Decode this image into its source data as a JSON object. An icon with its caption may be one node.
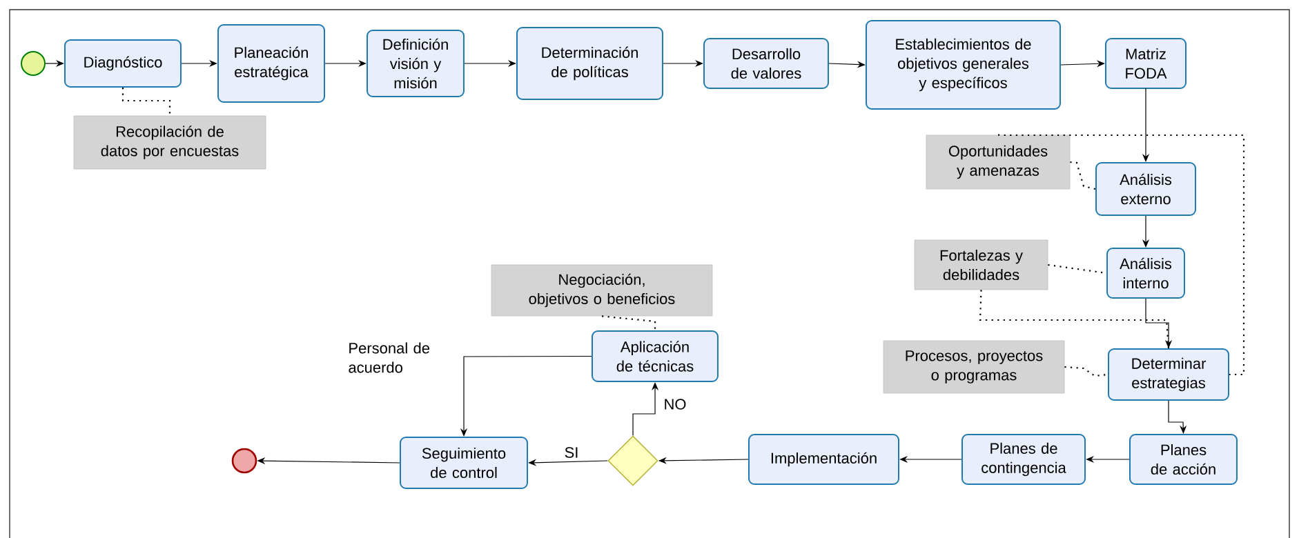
{
  "diagram": {
    "nodes": [
      {
        "text": [],
        "shape": "circle"
      },
      {
        "text": [
          "Diagnóstico"
        ]
      },
      {
        "text": [
          "Planeación estratégica"
        ]
      },
      {
        "text": [
          "Definición visión y misión"
        ]
      },
      {
        "text": [
          "Determinación de políticas"
        ]
      },
      {
        "text": [
          "Desarrollo de valores"
        ]
      },
      {
        "text": [
          "Establecimientos de objetivos generales y específicos"
        ]
      },
      {
        "text": [
          "Matriz FODA"
        ]
      },
      {
        "text": [
          "Recopilación de datos por encuestas"
        ]
      },
      {
        "text": [
          "Oportunidades y amenazas"
        ]
      },
      {
        "text": [
          "Análisis externo"
        ]
      },
      {
        "text": [
          "Fortalezas y debilidades"
        ]
      },
      {
        "text": [
          "Análisis interno"
        ]
      },
      {
        "text": [
          "Procesos, proyectos o programas"
        ]
      },
      {
        "text": [
          "Determinar estrategias"
        ]
      },
      {
        "text": [
          "Planes de acción"
        ]
      },
      {
        "text": [
          "Planes de contingencia"
        ]
      },
      {
        "text": [
          "Implementación"
        ]
      },
      {
        "text": [],
        "shape": "diamond"
      },
      {
        "text": [
          "Aplicación de técnicas"
        ]
      },
      {
        "text": [
          "Negociación, objetivos o beneficios"
        ]
      },
      {
        "text": [
          "Seguimiento de control"
        ]
      },
      {
        "text": [],
        "shape": "circle"
      }
    ],
    "edges": [
      {
        "from": 0,
        "to": 1,
        "arrow": "to"
      },
      {
        "from": 1,
        "to": 2,
        "arrow": "to"
      },
      {
        "from": 2,
        "to": 3,
        "arrow": "to"
      },
      {
        "from": 3,
        "to": 4,
        "arrow": "to"
      },
      {
        "from": 4,
        "to": 5,
        "arrow": "to"
      },
      {
        "from": 5,
        "to": 6,
        "arrow": "to"
      },
      {
        "from": 6,
        "to": 7,
        "arrow": "to"
      },
      {
        "from": 7,
        "to": 10,
        "arrow": "to"
      },
      {
        "from": 10,
        "to": 12,
        "arrow": "to"
      },
      {
        "from": 12,
        "to": 14,
        "arrow": "to"
      },
      {
        "from": 14,
        "to": 15,
        "arrow": "to"
      },
      {
        "from": 15,
        "to": 16,
        "arrow": "to"
      },
      {
        "from": 16,
        "to": 17,
        "arrow": "to"
      },
      {
        "from": 17,
        "to": 18,
        "arrow": "to"
      },
      {
        "from": 18,
        "to": 21,
        "arrow": "to",
        "label": "SI"
      },
      {
        "from": 18,
        "to": 19,
        "arrow": "to",
        "label": "NO"
      },
      {
        "from": 19,
        "to": 21,
        "arrow": "to"
      },
      {
        "from": 21,
        "to": 22,
        "arrow": "to"
      },
      {
        "from": 1,
        "to": 8,
        "arrow": "none",
        "style": "dashed"
      },
      {
        "from": 9,
        "to": 10,
        "arrow": "none",
        "style": "dashed"
      },
      {
        "from": 11,
        "to": 12,
        "arrow": "none",
        "style": "dashed"
      },
      {
        "from": 13,
        "to": 14,
        "arrow": "none",
        "style": "dashed"
      },
      {
        "from": 11,
        "to": 14,
        "arrow": "none",
        "style": "dashed"
      },
      {
        "from": 9,
        "to": 14,
        "arrow": "none",
        "style": "dashed"
      },
      {
        "from": 20,
        "to": 19,
        "arrow": "none",
        "style": "dashed"
      }
    ],
    "labels": [
      "Personal de acuerdo"
    ]
  }
}
